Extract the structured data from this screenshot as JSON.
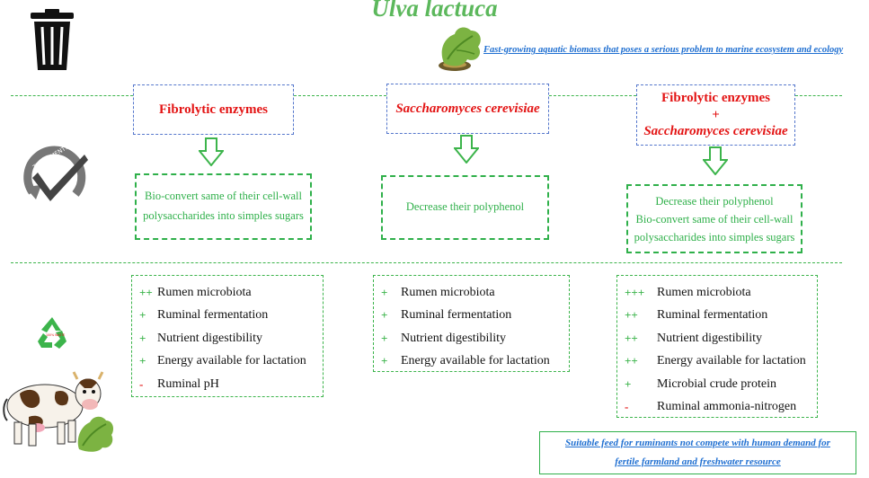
{
  "title": "Ulva lactuca",
  "subtitle": "Fast-growing aquatic biomass that poses a serious problem to marine ecosystem and ecology",
  "treatments": [
    {
      "lines": [
        "Fibrolytic enzymes"
      ]
    },
    {
      "lines": [
        "Saccharomyces cerevisiae"
      ]
    },
    {
      "lines": [
        "Fibrolytic enzymes",
        "+",
        "Saccharomyces cerevisiae"
      ]
    }
  ],
  "effects": [
    {
      "lines": [
        "Bio-convert same of their cell-wall",
        "polysaccharides into simples sugars"
      ]
    },
    {
      "lines": [
        "Decrease their polyphenol"
      ]
    },
    {
      "lines": [
        "Decrease their polyphenol",
        "Bio-convert same of their cell-wall",
        "polysaccharides into simples sugars"
      ]
    }
  ],
  "outcomes": [
    {
      "items": [
        {
          "sign": "++",
          "label": "Rumen microbiota"
        },
        {
          "sign": "+",
          "label": "Ruminal fermentation"
        },
        {
          "sign": "+",
          "label": "Nutrient digestibility"
        },
        {
          "sign": "+",
          "label": "Energy available for lactation"
        },
        {
          "sign": "-",
          "label": "Ruminal pH"
        }
      ]
    },
    {
      "items": [
        {
          "sign": "+",
          "label": "Rumen microbiota"
        },
        {
          "sign": "+",
          "label": "Ruminal fermentation"
        },
        {
          "sign": "+",
          "label": "Nutrient digestibility"
        },
        {
          "sign": "+",
          "label": "Energy available for lactation"
        }
      ]
    },
    {
      "items": [
        {
          "sign": "+++",
          "label": "Rumen microbiota"
        },
        {
          "sign": "++",
          "label": "Ruminal fermentation"
        },
        {
          "sign": "++",
          "label": "Nutrient digestibility"
        },
        {
          "sign": "++",
          "label": "Energy available for lactation"
        },
        {
          "sign": "+",
          "label": "Microbial crude protein"
        },
        {
          "sign": "-",
          "label": "Ruminal ammonia-nitrogen"
        }
      ]
    }
  ],
  "conclusion": [
    "Suitable feed for ruminants not compete with human demand for",
    "fertile farmland and freshwater resource"
  ],
  "treatment_badge": "TRAITEMENTS",
  "recycle_badge": "100% WASTE",
  "icons": [
    "trash-bin-icon",
    "seaweed-icon",
    "treatment-check-icon",
    "recycle-icon",
    "cow-icon",
    "down-arrow-icon"
  ],
  "colors": {
    "green": "#3cb44b",
    "red": "#e31414",
    "blue": "#1f6fd1",
    "box_blue": "#5577cc"
  }
}
